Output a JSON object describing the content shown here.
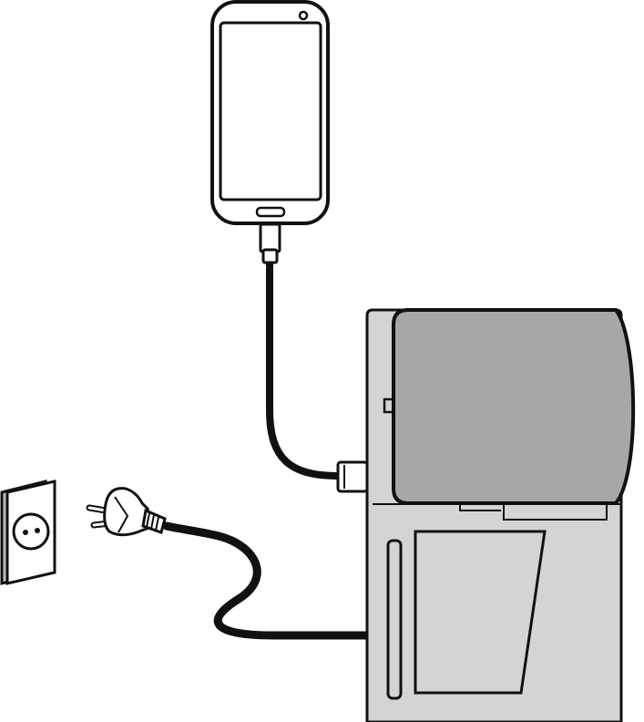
{
  "diagram": {
    "type": "illustration",
    "components": [
      {
        "id": "smartphone",
        "icon": "smartphone-icon"
      },
      {
        "id": "usb-cable",
        "icon": "usb-cable-icon"
      },
      {
        "id": "charger-unit",
        "icon": "charger-icon"
      },
      {
        "id": "battery-pack",
        "icon": "battery-icon"
      },
      {
        "id": "power-cord",
        "icon": "power-cord-icon"
      },
      {
        "id": "power-plug",
        "icon": "plug-icon"
      },
      {
        "id": "wall-socket",
        "icon": "socket-icon"
      }
    ],
    "colors": {
      "outline": "#111111",
      "background": "#ffffff",
      "charger_body": "#d4d4d4",
      "battery": "#a7a7a7",
      "socket_side": "#bdbdbd"
    }
  }
}
